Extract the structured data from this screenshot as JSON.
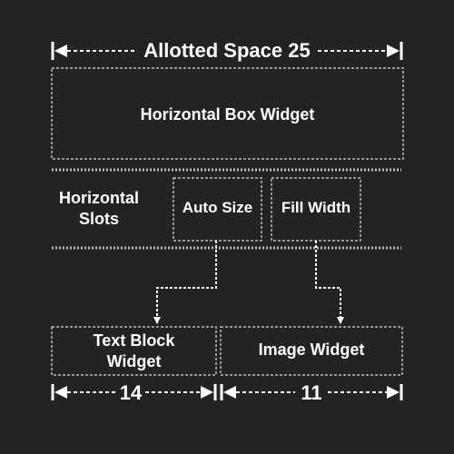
{
  "allotted_space_label": "Allotted Space 25",
  "horizontal_box_label": "Horizontal Box Widget",
  "horizontal_slots_label": "Horizontal\nSlots",
  "auto_size_label": "Auto Size",
  "fill_width_label": "Fill Width",
  "text_block_label": "Text Block\nWidget",
  "image_widget_label": "Image Widget",
  "left_measure": "14",
  "right_measure": "11",
  "colors": {
    "background": "#232323",
    "foreground": "#ffffff",
    "dashed": "#bdbdbd"
  }
}
